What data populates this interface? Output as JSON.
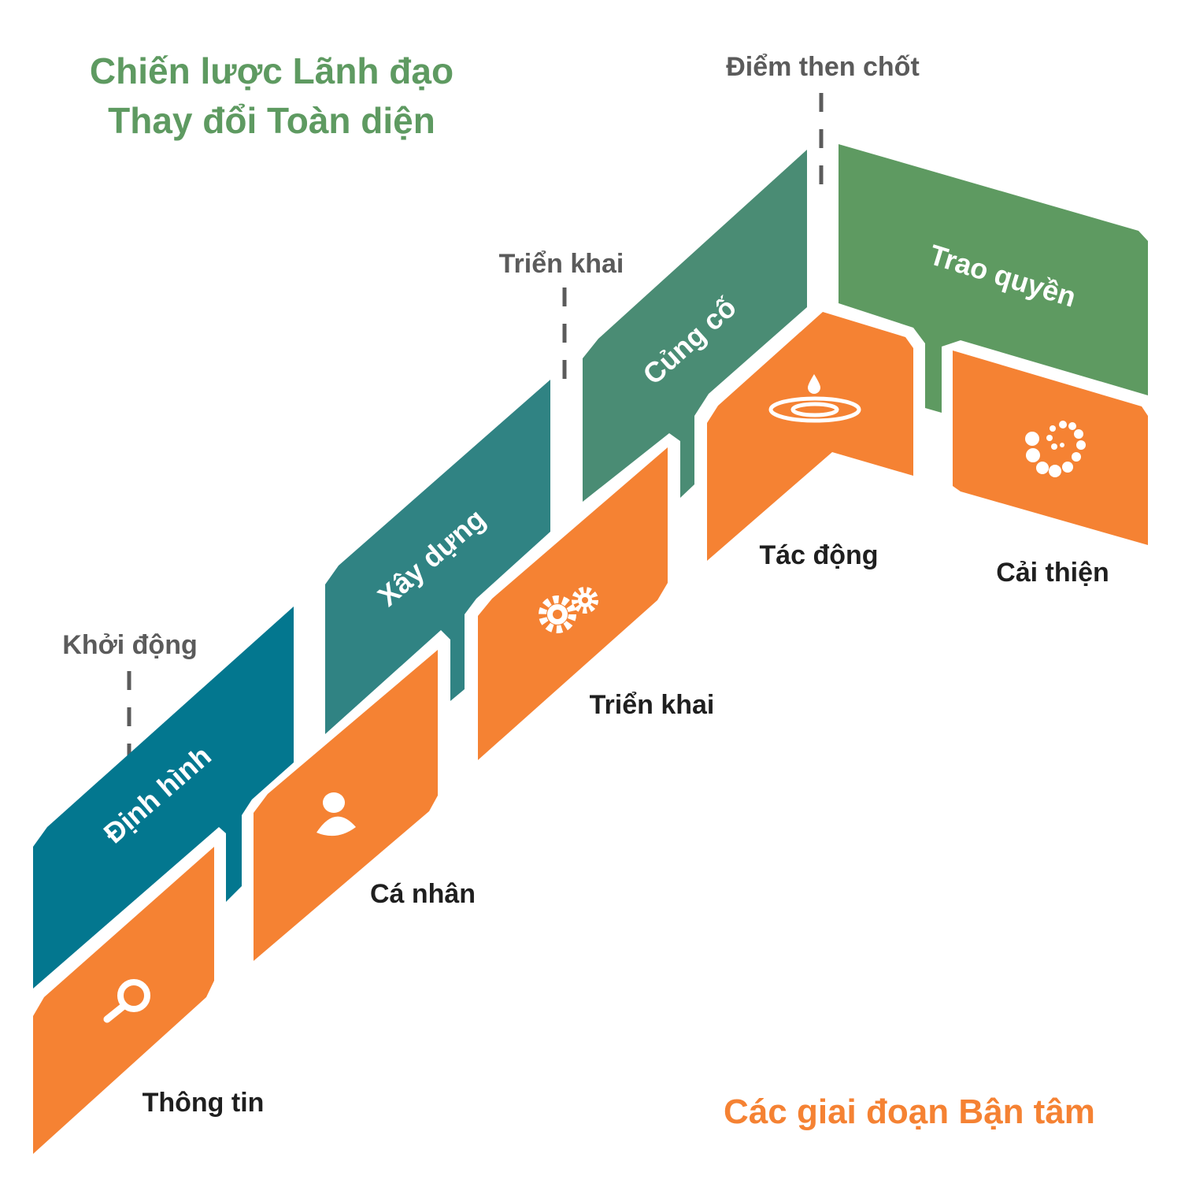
{
  "title": {
    "line1": "Chiến lược Lãnh đạo",
    "line2": "Thay đổi Toàn diện"
  },
  "footer": "Các giai đoạn Bận tâm",
  "milestones": [
    {
      "label": "Khởi động"
    },
    {
      "label": "Triển khai"
    },
    {
      "label": "Điểm then chốt"
    }
  ],
  "leadership_stages": [
    {
      "label": "Định hình",
      "color": "#03778F"
    },
    {
      "label": "Xây dựng",
      "color": "#308383"
    },
    {
      "label": "Củng cố",
      "color": "#4A8C74"
    },
    {
      "label": "Trao quyền",
      "color": "#5E9A61"
    }
  ],
  "concern_stages": [
    {
      "label": "Thông tin",
      "icon": "magnifier-icon"
    },
    {
      "label": "Cá nhân",
      "icon": "person-icon"
    },
    {
      "label": "Triển khai",
      "icon": "gears-icon"
    },
    {
      "label": "Tác động",
      "icon": "water-drop-ripple-icon"
    },
    {
      "label": "Cải thiện",
      "icon": "dot-spiral-icon"
    }
  ],
  "colors": {
    "orange": "#F58233",
    "title_green": "#5E9A61",
    "milestone_gray": "#5B5B5B"
  }
}
